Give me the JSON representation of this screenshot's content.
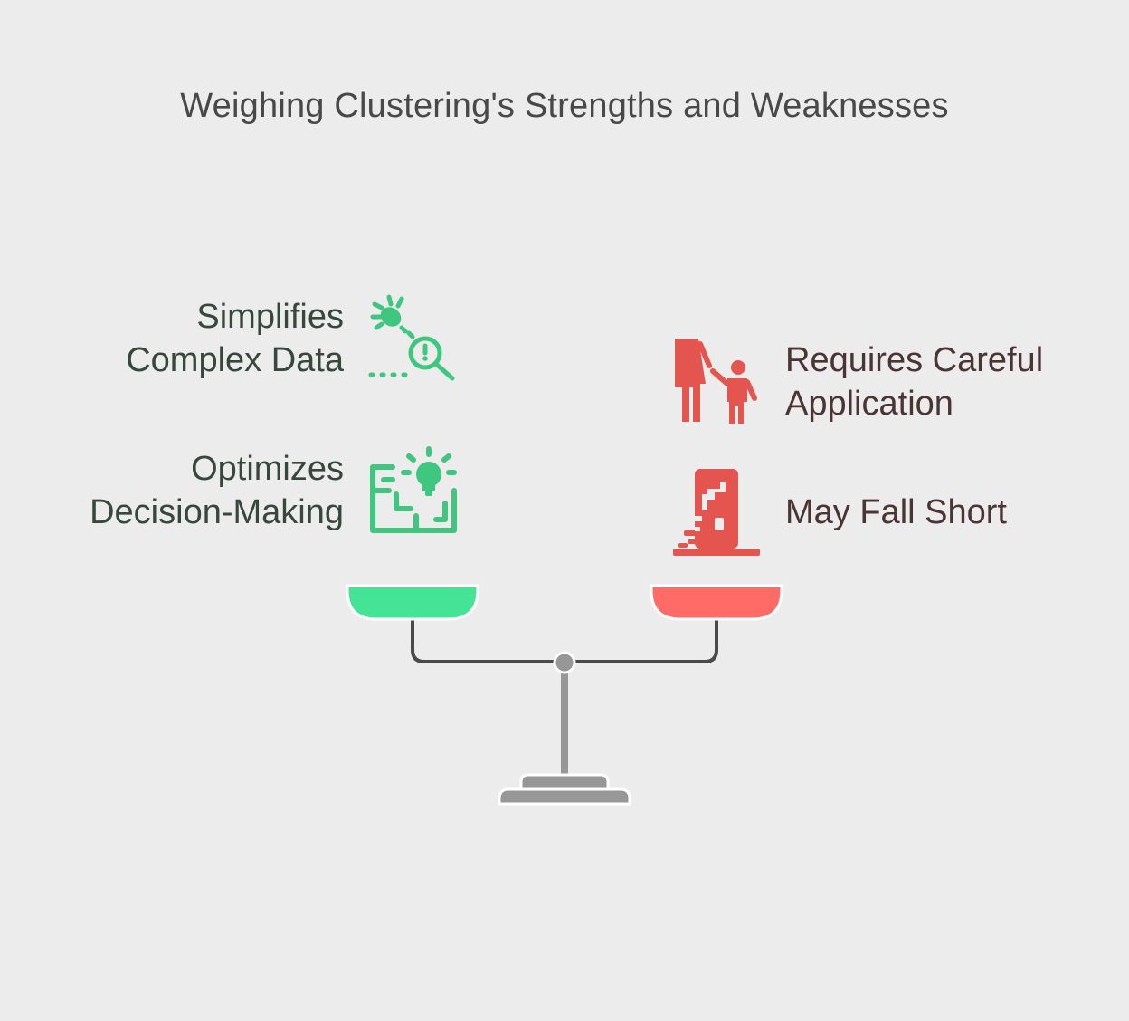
{
  "title": "Weighing Clustering's Strengths and Weaknesses",
  "strengths": {
    "color": "#3fc780",
    "pan_color": "#44e396",
    "items": [
      {
        "lines": [
          "Simplifies",
          "Complex Data"
        ],
        "icon": "bug-magnifier-icon"
      },
      {
        "lines": [
          "Optimizes",
          "Decision-Making"
        ],
        "icon": "lightbulb-maze-icon"
      }
    ]
  },
  "weaknesses": {
    "color": "#e5554f",
    "pan_color": "#ff6b66",
    "items": [
      {
        "lines": [
          "Requires Careful",
          "Application"
        ],
        "icon": "adult-child-icon"
      },
      {
        "lines": [
          "May Fall Short"
        ],
        "icon": "crumbling-tower-icon"
      }
    ]
  },
  "balance": {
    "beam_color": "#4a4a4a",
    "stand_color": "#979797"
  }
}
